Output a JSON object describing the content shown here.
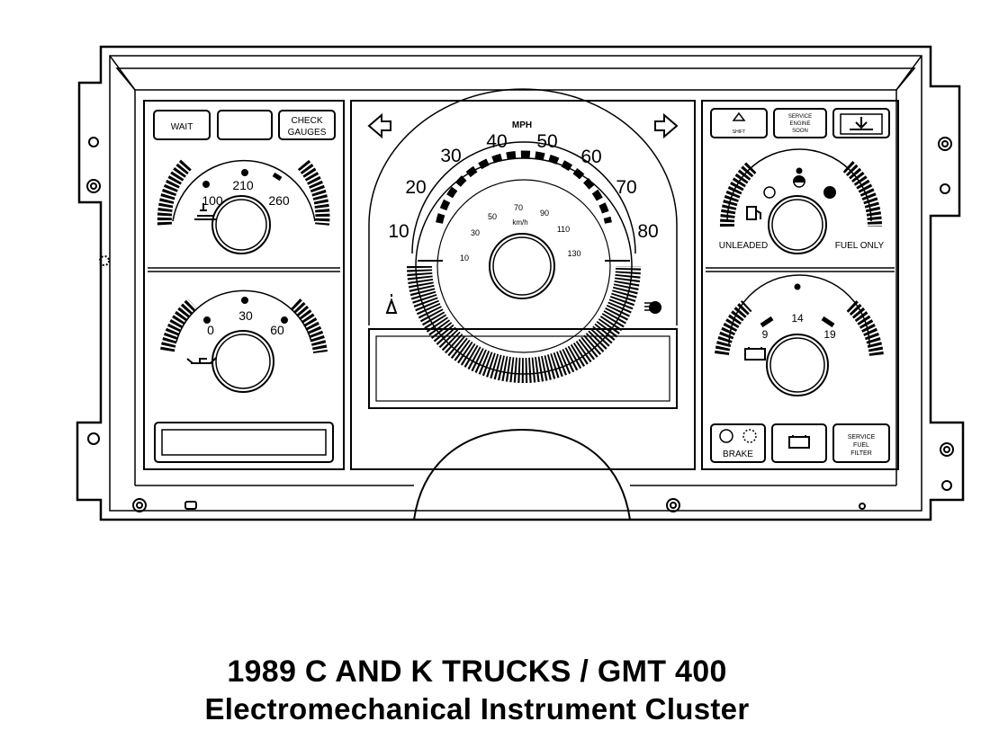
{
  "title": {
    "line1": "1989 C AND K TRUCKS / GMT 400",
    "line2": "Electromechanical Instrument Cluster"
  },
  "left_panel": {
    "warning_buttons": {
      "wait": "WAIT",
      "check1": "CHECK",
      "check2": "GAUGES"
    },
    "temp_gauge": {
      "labels": [
        "100",
        "210",
        "260"
      ],
      "icon": "coolant-temp-icon"
    },
    "oil_gauge": {
      "labels": [
        "0",
        "30",
        "60"
      ],
      "icon": "oil-can-icon"
    }
  },
  "speedometer": {
    "unit_mph": "MPH",
    "mph_labels": [
      "10",
      "20",
      "30",
      "40",
      "50",
      "60",
      "70",
      "80"
    ],
    "unit_kmh": "km/h",
    "kmh_labels": [
      "10",
      "30",
      "50",
      "70",
      "90",
      "110",
      "130"
    ],
    "icons": [
      "left-turn-arrow-icon",
      "right-turn-arrow-icon",
      "seatbelt-icon",
      "high-beam-icon"
    ]
  },
  "right_panel": {
    "indicators": {
      "shift": "SHIFT",
      "service_engine": [
        "SERVICE",
        "ENGINE",
        "SOON"
      ],
      "icon": "upshift-icon"
    },
    "fuel_gauge": {
      "left_label": "UNLEADED",
      "right_label": "FUEL ONLY",
      "icon": "fuel-pump-icon"
    },
    "volt_gauge": {
      "labels": [
        "9",
        "14",
        "19"
      ],
      "icon": "battery-icon"
    },
    "bottom_indicators": {
      "brake": "BRAKE",
      "service_fuel": [
        "SERVICE",
        "FUEL",
        "FILTER"
      ],
      "battery_icon": "battery-icon"
    }
  }
}
